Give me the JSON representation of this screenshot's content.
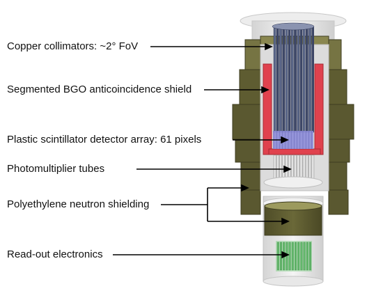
{
  "labels": {
    "collimators": "Copper collimators: ~2° FoV",
    "bgo_shield": "Segmented BGO anticoincidence shield",
    "scintillator": "Plastic scintillator detector array: 61 pixels",
    "pmt": "Photomultiplier tubes",
    "neutron_shield": "Polyethylene neutron shielding",
    "electronics": "Read-out electronics"
  },
  "colors": {
    "olive_shield": "#5c5a32",
    "olive_light": "#7d7a45",
    "bgo_red": "#e0424e",
    "collimator_blue": "#4a5578",
    "scintillator_purple": "#8c8cd8",
    "pmt_grey": "#d8d8d8",
    "electronics_green": "#72c27a",
    "housing_grey": "#e4e4e4"
  }
}
